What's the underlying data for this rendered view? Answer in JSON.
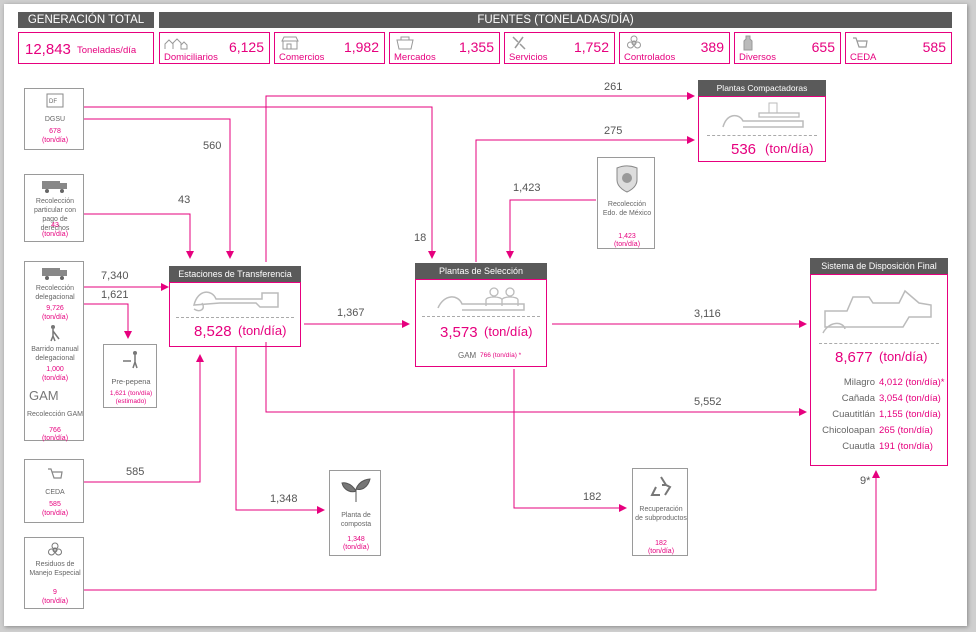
{
  "header": {
    "total_title": "GENERACIÓN TOTAL",
    "total_value": "12,843",
    "total_unit": "Toneladas/día",
    "sources_title": "FUENTES (TONELADAS/DÍA)"
  },
  "sources": [
    {
      "label": "Domiciliarios",
      "value": "6,125",
      "icon": "houses-icon"
    },
    {
      "label": "Comercios",
      "value": "1,982",
      "icon": "store-icon"
    },
    {
      "label": "Mercados",
      "value": "1,355",
      "icon": "market-icon"
    },
    {
      "label": "Servicios",
      "value": "1,752",
      "icon": "services-icon"
    },
    {
      "label": "Controlados",
      "value": "389",
      "icon": "biohazard-icon"
    },
    {
      "label": "Diversos",
      "value": "655",
      "icon": "bottle-icon"
    },
    {
      "label": "CEDA",
      "value": "585",
      "icon": "cart-icon"
    }
  ],
  "left_sources": {
    "dgsu": {
      "name": "DGSU",
      "value": "678",
      "unit": "(ton/día)"
    },
    "particular": {
      "name": "Recolección particular con pago de derechos",
      "value": "43",
      "unit": "(ton/día)"
    },
    "delegacional": {
      "name": "Recolección delegacional",
      "value": "9,726",
      "unit": "(ton/día)"
    },
    "barrido": {
      "name": "Barrido manual delegacional",
      "value": "1,000",
      "unit": "(ton/día)"
    },
    "gam": {
      "logo": "GAM",
      "name": "Recolección GAM",
      "value": "766",
      "unit": "(ton/día)"
    },
    "ceda": {
      "name": "CEDA",
      "value": "585",
      "unit": "(ton/día)"
    },
    "residuos": {
      "name": "Residuos de Manejo Especial",
      "value": "9",
      "unit": "(ton/día)"
    }
  },
  "prepepena": {
    "name": "Pre-pepena",
    "value": "1,621 (ton/día)",
    "note": "(estimado)"
  },
  "estaciones": {
    "title": "Estaciones de Transferencia",
    "value": "8,528",
    "unit": "(ton/día)"
  },
  "seleccion": {
    "title": "Plantas de Selección",
    "value": "3,573",
    "unit": "(ton/día)",
    "gam_label": "GAM",
    "gam_value": "766 (ton/día) *"
  },
  "compactadoras": {
    "title": "Plantas Compactadoras",
    "value": "536",
    "unit": "(ton/día)"
  },
  "edomex": {
    "name": "Recolección Edo. de México",
    "value": "1,423",
    "unit": "(ton/día)"
  },
  "composta": {
    "name": "Planta de composta",
    "value": "1,348",
    "unit": "(ton/día)"
  },
  "recuperacion": {
    "name": "Recuperación de subproductos",
    "value": "182",
    "unit": "(ton/día)"
  },
  "disposicion": {
    "title": "Sistema de Disposición Final",
    "value": "8,677",
    "unit": "(ton/día)",
    "sites": [
      {
        "name": "Milagro",
        "value": "4,012 (ton/día)*"
      },
      {
        "name": "Cañada",
        "value": "3,054 (ton/día)"
      },
      {
        "name": "Cuautitlán",
        "value": "1,155 (ton/día)"
      },
      {
        "name": "Chicoloapan",
        "value": "265 (ton/día)"
      },
      {
        "name": "Cuautla",
        "value": "191 (ton/día)"
      }
    ]
  },
  "flows": {
    "dgsu_compact": "261",
    "dgsu_estaciones": "560",
    "particular_estaciones": "43",
    "dgsu_seleccion": "18",
    "delegacional_estaciones": "7,340",
    "delegacional_prepepena": "1,621",
    "estaciones_seleccion": "1,367",
    "seleccion_compact": "275",
    "edomex_seleccion": "1,423",
    "seleccion_disposicion": "3,116",
    "estaciones_disposicion": "5,552",
    "ceda_estaciones": "585",
    "estaciones_composta": "1,348",
    "seleccion_recuperacion": "182",
    "residuos_disposicion": "9*"
  },
  "colors": {
    "accent": "#e6007e",
    "header_gray": "#5a5a5a",
    "line_gray": "#999999"
  }
}
